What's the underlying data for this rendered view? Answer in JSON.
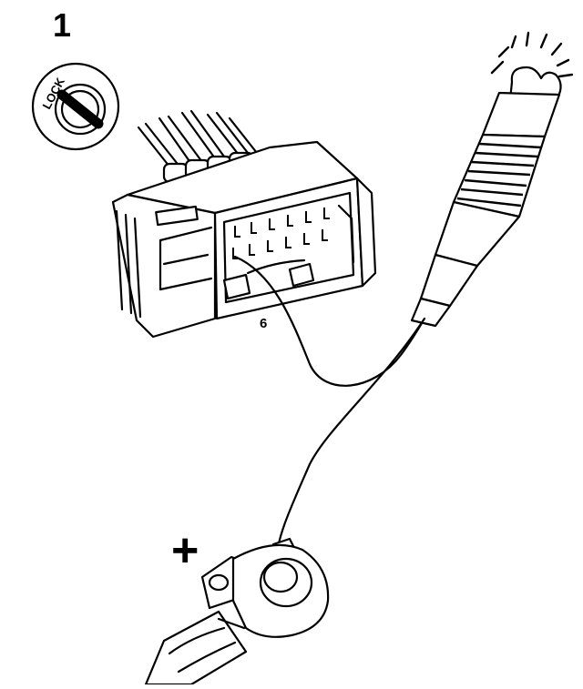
{
  "step_number": "1",
  "ignition_switch": {
    "label": "LOCK"
  },
  "connector": {
    "pin_label": "6"
  },
  "battery_terminal": {
    "polarity": "+"
  },
  "icons": [
    "ignition-lock-icon",
    "test-lamp-icon",
    "plus-sign-icon"
  ]
}
